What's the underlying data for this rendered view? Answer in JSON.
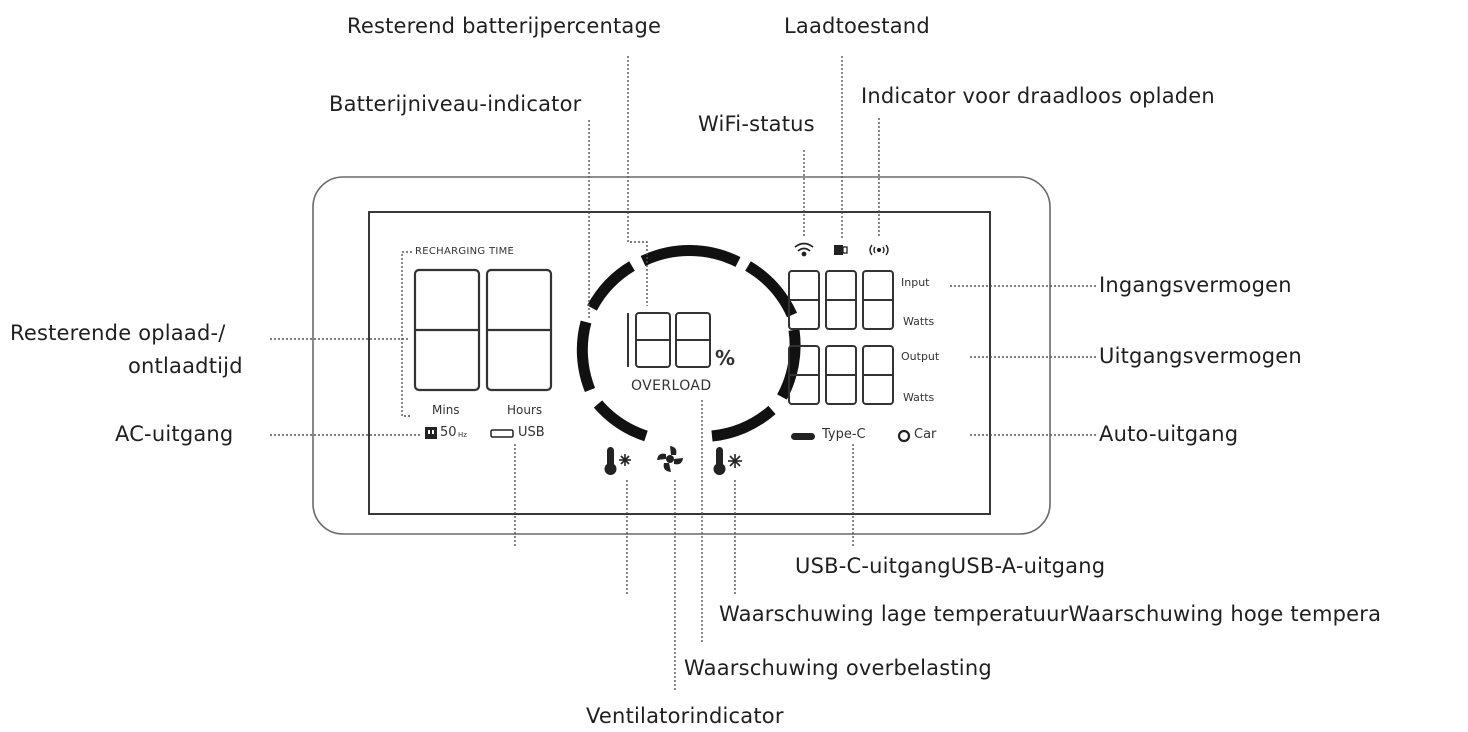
{
  "callouts": {
    "remaining_percentage": "Resterend batterijpercentage",
    "charge_state": "Laadtoestand",
    "wireless_charging": "Indicator voor draadloos opladen",
    "battery_level": "Batterijniveau-indicator",
    "wifi_status": "WiFi-status",
    "remaining_time_line1": "Resterende oplaad-/",
    "remaining_time_line2": "ontlaadtijd",
    "input_power": "Ingangsvermogen",
    "output_power": "Uitgangsvermogen",
    "ac_output": "AC-uitgang",
    "car_output": "Auto-uitgang",
    "usb_c_a_output": "USB-C-uitgangUSB-A-uitgang",
    "temp_warnings": "Waarschuwing lage temperatuurWaarschuwing hoge tempera",
    "overload_warning": "Waarschuwing overbelasting",
    "fan_indicator": "Ventilatorindicator"
  },
  "display": {
    "recharging_time": "RECHARGING TIME",
    "mins": "Mins",
    "hours": "Hours",
    "ac_freq": "50",
    "ac_freq_unit": "Hz",
    "usb": "USB",
    "percent_sign": "%",
    "overload": "OVERLOAD",
    "input": "Input",
    "output": "Output",
    "watts": "Watts",
    "type_c": "Type-C",
    "car": "Car"
  },
  "colors": {
    "ink": "#1a1a1a",
    "lcd_ink": "#333333",
    "leader": "#555555"
  },
  "icons": [
    "wifi-icon",
    "plug-charge-icon",
    "wireless-charge-icon",
    "ac-outlet-icon",
    "usb-port-icon",
    "thermometer-high-icon",
    "fan-icon",
    "thermometer-low-icon",
    "type-c-port-icon",
    "car-port-icon"
  ]
}
